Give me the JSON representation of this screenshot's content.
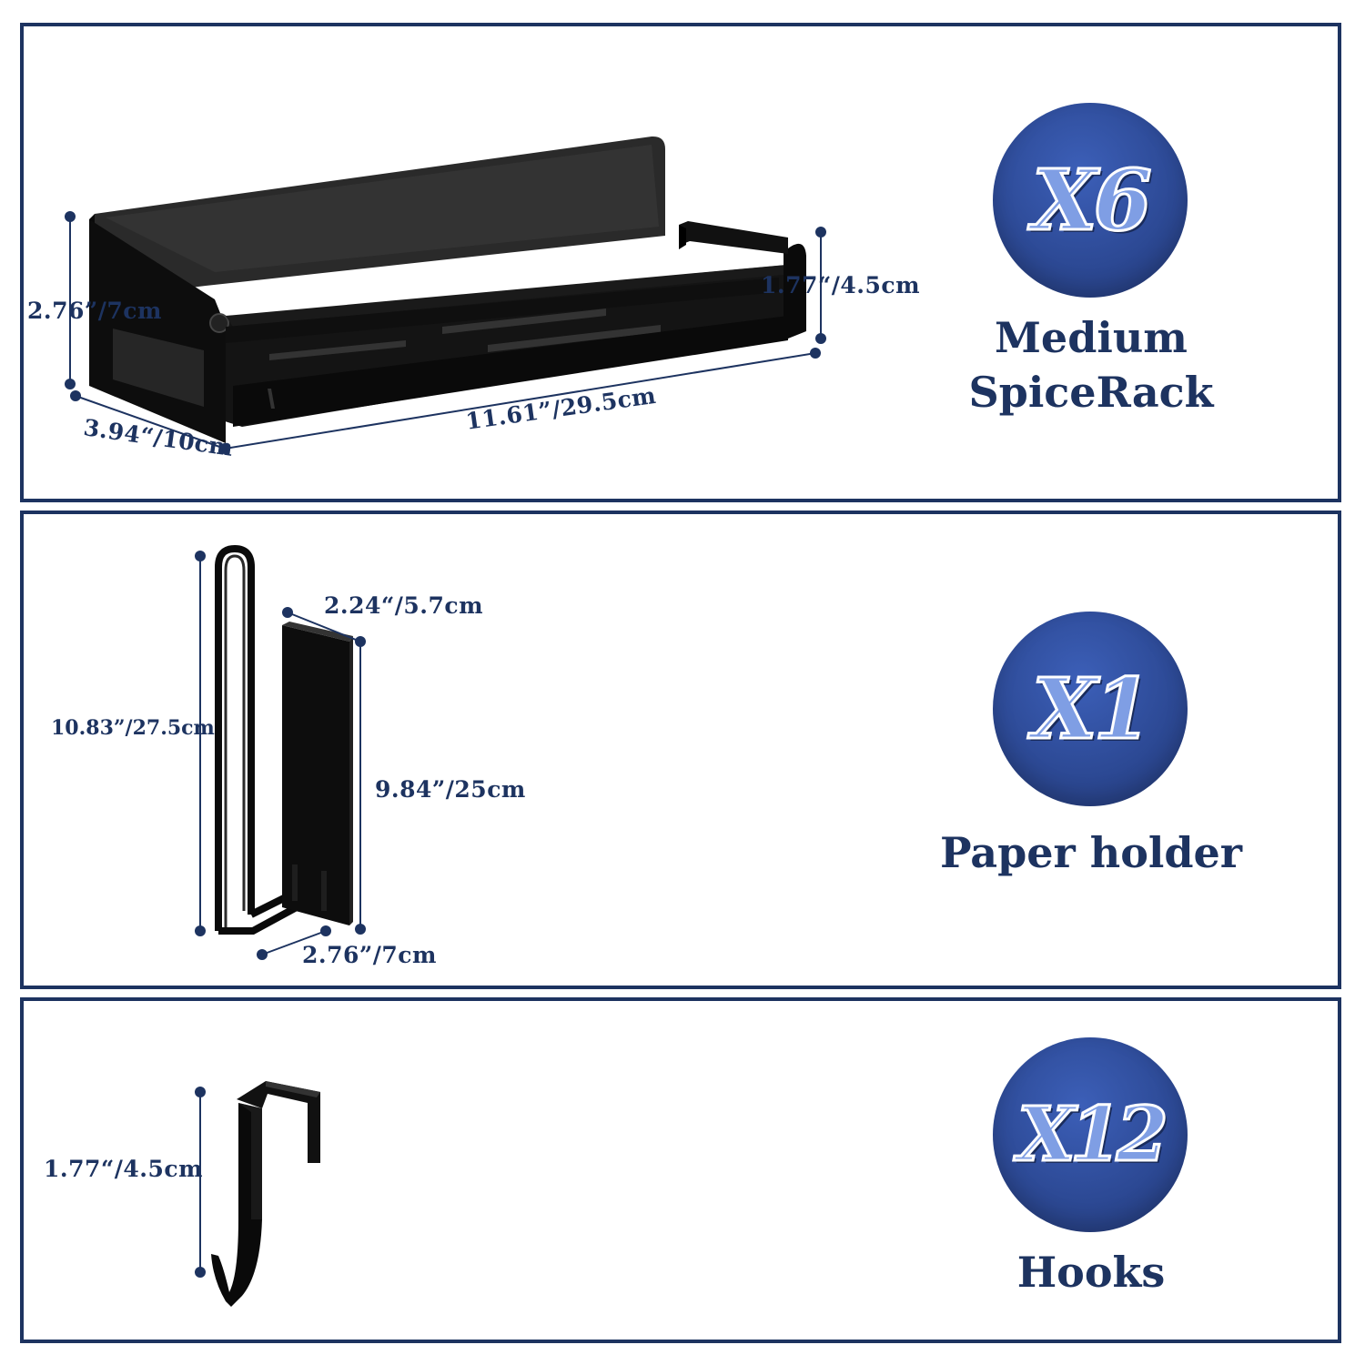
{
  "colors": {
    "border": "#1d3360",
    "text": "#1d3360",
    "badge": "#2d4a96",
    "product": "#0a0a0a"
  },
  "panels": [
    {
      "icon": "spice-rack-image",
      "quantity": "X6",
      "name_line1": "Medium",
      "name_line2": "SpiceRack",
      "dims": {
        "height": "2.76”/7cm",
        "width": "11.61”/29.5cm",
        "depth": "3.94“/10cm",
        "rail": "1.77“/4.5cm"
      }
    },
    {
      "icon": "paper-holder-image",
      "quantity": "X1",
      "name": "Paper holder",
      "dims": {
        "total_height": "10.83”/27.5cm",
        "plate_width": "2.24“/5.7cm",
        "plate_height": "9.84”/25cm",
        "depth": "2.76”/7cm"
      }
    },
    {
      "icon": "hook-image",
      "quantity": "X12",
      "name": "Hooks",
      "dims": {
        "height": "1.77“/4.5cm"
      }
    }
  ]
}
